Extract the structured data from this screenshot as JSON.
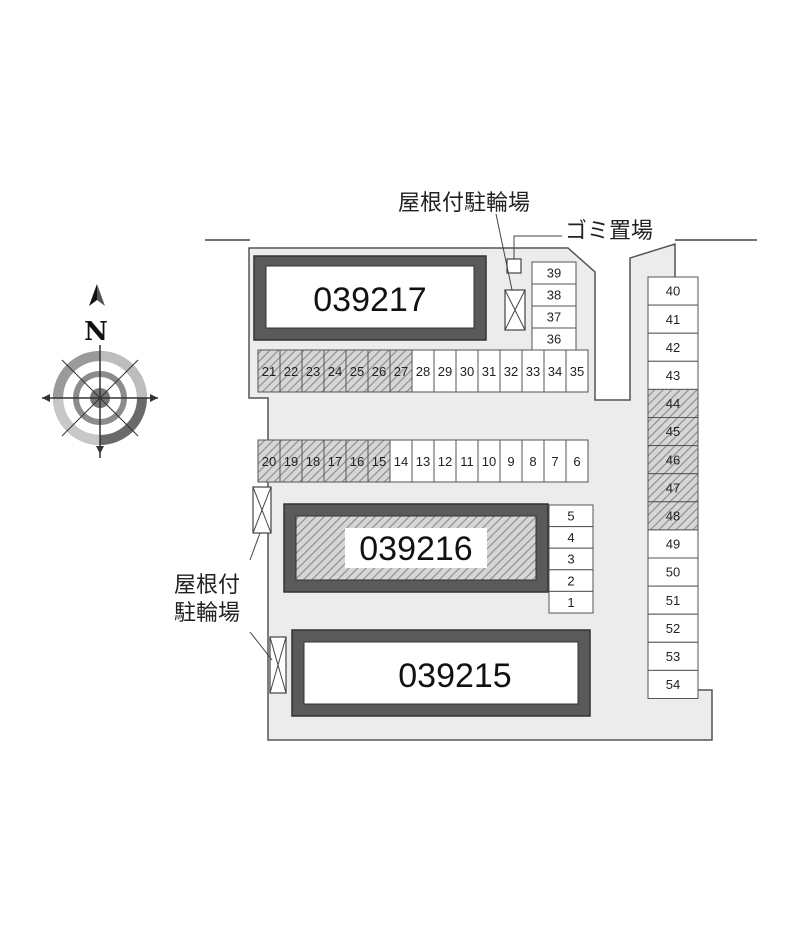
{
  "buildings": {
    "b039217": "039217",
    "b039216": "039216",
    "b039215": "039215"
  },
  "labels": {
    "bike_shelter_top": "屋根付駐輪場",
    "trash_area": "ゴミ置場",
    "bike_shelter_left_line1": "屋根付",
    "bike_shelter_left_line2": "駐輪場"
  },
  "compass": {
    "north_label": "N"
  },
  "parking": {
    "row_top": [
      "21",
      "22",
      "23",
      "24",
      "25",
      "26",
      "27",
      "28",
      "29",
      "30",
      "31",
      "32",
      "33",
      "34",
      "35"
    ],
    "row_top_occupied": [
      "21",
      "22",
      "23",
      "24",
      "25",
      "26",
      "27"
    ],
    "row_mid": [
      "20",
      "19",
      "18",
      "17",
      "16",
      "15",
      "14",
      "13",
      "12",
      "11",
      "10",
      "9",
      "8",
      "7",
      "6"
    ],
    "row_mid_occupied": [
      "20",
      "19",
      "18",
      "17",
      "16",
      "15"
    ],
    "col_upper_right": [
      "39",
      "38",
      "37",
      "36"
    ],
    "col_small": [
      "5",
      "4",
      "3",
      "2",
      "1"
    ],
    "col_right": [
      "40",
      "41",
      "42",
      "43",
      "44",
      "45",
      "46",
      "47",
      "48",
      "49",
      "50",
      "51",
      "52",
      "53",
      "54"
    ],
    "col_right_occupied": [
      "44",
      "45",
      "46",
      "47",
      "48"
    ]
  },
  "colors": {
    "ground": "#ececec",
    "building_frame": "#555555",
    "occupied_hatch": "#9a9a9a",
    "line": "#444444"
  }
}
